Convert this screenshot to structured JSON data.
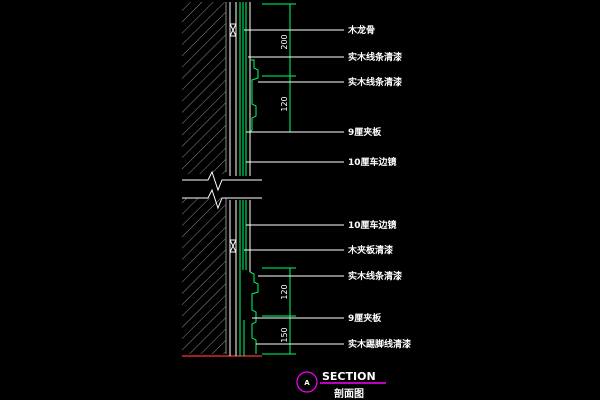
{
  "colors": {
    "background": "#000000",
    "wall_hatch": "#8a8a8a",
    "wall_edge": "#ff3030",
    "panel_line": "#00ff66",
    "structure_line": "#ffffff",
    "leader_line": "#ffffff",
    "dimension_line": "#00ff66",
    "text": "#ffffff",
    "section_circle": "#ff00ff",
    "section_rule": "#ff00ff"
  },
  "upper_callouts": [
    {
      "label": "木龙骨"
    },
    {
      "label": "实木线条清漆"
    },
    {
      "label": "实木线条清漆"
    },
    {
      "label": "9厘夹板"
    },
    {
      "label": "10厘车边镜"
    }
  ],
  "lower_callouts": [
    {
      "label": "10厘车边镜"
    },
    {
      "label": "木夹板清漆"
    },
    {
      "label": "实木线条清漆"
    },
    {
      "label": "9厘夹板"
    },
    {
      "label": "实木踢脚线清漆"
    }
  ],
  "dimensions": {
    "upper": [
      "200",
      "120"
    ],
    "lower": [
      "120",
      "150"
    ]
  },
  "section_label": {
    "mark": "A",
    "title": "SECTION",
    "subtitle": "剖面图"
  }
}
